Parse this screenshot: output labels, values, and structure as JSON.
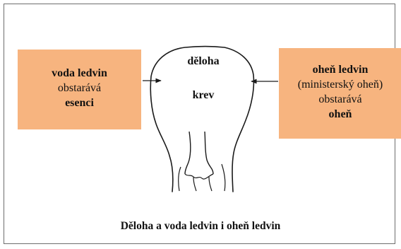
{
  "diagram": {
    "left_box": {
      "line1": "voda ledvin",
      "line2": "obstarává",
      "line3": "esenci"
    },
    "right_box": {
      "line1": "oheň ledvin",
      "line2": "(ministerský oheň)",
      "line3": "obstarává",
      "line4": "oheň"
    },
    "uterus": {
      "label_top": "děloha",
      "label_middle": "krev"
    },
    "caption": "Děloha a voda ledvin i oheň ledvin",
    "colors": {
      "box_fill": "#f7b47f",
      "line": "#1a1a1a",
      "frame": "#6e6e6e"
    }
  }
}
